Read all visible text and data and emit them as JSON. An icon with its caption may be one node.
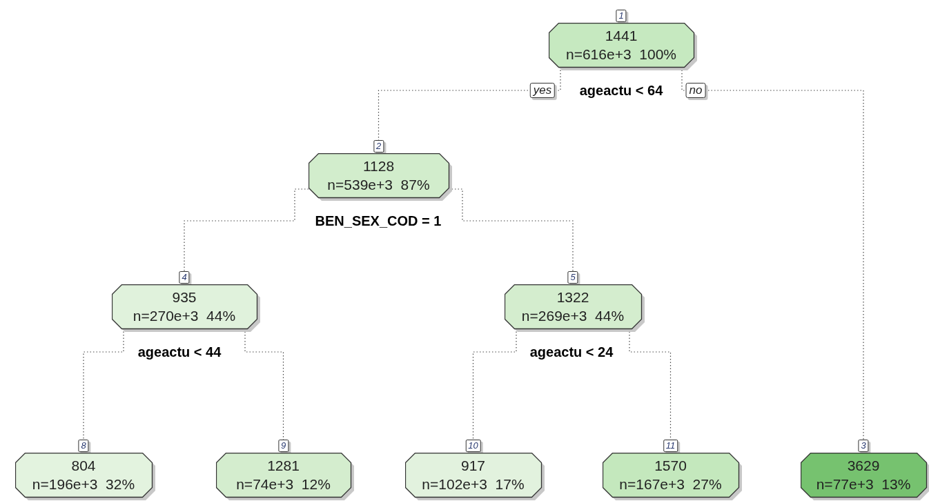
{
  "diagram": {
    "nodes": [
      {
        "text": [
          "1441",
          "n=616e+3  100%"
        ],
        "beside": [
          "1"
        ]
      },
      {
        "text": [
          "1128",
          "n=539e+3  87%"
        ],
        "beside": [
          "2"
        ]
      },
      {
        "text": [
          "935",
          "n=270e+3  44%"
        ],
        "beside": [
          "4"
        ]
      },
      {
        "text": [
          "1322",
          "n=269e+3  44%"
        ],
        "beside": [
          "5"
        ]
      },
      {
        "text": [
          "804",
          "n=196e+3  32%"
        ],
        "beside": [
          "8"
        ]
      },
      {
        "text": [
          "1281",
          "n=74e+3  12%"
        ],
        "beside": [
          "9"
        ]
      },
      {
        "text": [
          "917",
          "n=102e+3  17%"
        ],
        "beside": [
          "10"
        ]
      },
      {
        "text": [
          "1570",
          "n=167e+3  27%"
        ],
        "beside": [
          "11"
        ]
      },
      {
        "text": [
          "3629",
          "n=77e+3  13%"
        ],
        "beside": [
          "3"
        ]
      }
    ],
    "edges": [
      {
        "from": 0,
        "to": 1,
        "arrow": "none",
        "label": "yes"
      },
      {
        "from": 0,
        "to": 8,
        "arrow": "none",
        "label": "no"
      },
      {
        "from": 1,
        "to": 2,
        "arrow": "none"
      },
      {
        "from": 1,
        "to": 3,
        "arrow": "none"
      },
      {
        "from": 2,
        "to": 4,
        "arrow": "none"
      },
      {
        "from": 2,
        "to": 5,
        "arrow": "none"
      },
      {
        "from": 3,
        "to": 6,
        "arrow": "none"
      },
      {
        "from": 3,
        "to": 7,
        "arrow": "none"
      }
    ],
    "labels": [
      "ageactu < 64",
      "BEN_SEX_COD = 1",
      "ageactu < 44",
      "ageactu < 24"
    ]
  }
}
